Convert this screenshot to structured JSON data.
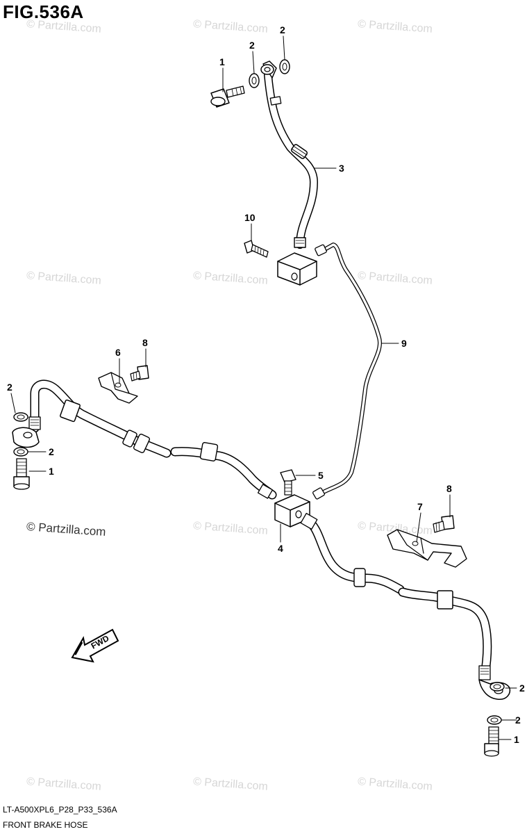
{
  "figure": {
    "title": "FIG.536A",
    "code": "LT-A500XPL6_P28_P33_536A",
    "caption": "FRONT BRAKE HOSE"
  },
  "watermark": {
    "text": "© Partzilla.com"
  },
  "callouts": {
    "c1a": "1",
    "c1b": "1",
    "c1c": "1",
    "c2a": "2",
    "c2b": "2",
    "c2c": "2",
    "c2d": "2",
    "c2e": "2",
    "c2f": "2",
    "c3": "3",
    "c4": "4",
    "c5": "5",
    "c6": "6",
    "c7": "7",
    "c8a": "8",
    "c8b": "8",
    "c9": "9",
    "c10": "10"
  },
  "fwd_arrow": {
    "label": "FWD"
  },
  "colors": {
    "line": "#000000",
    "fill": "#ffffff",
    "watermark": "#d6d6d6"
  }
}
